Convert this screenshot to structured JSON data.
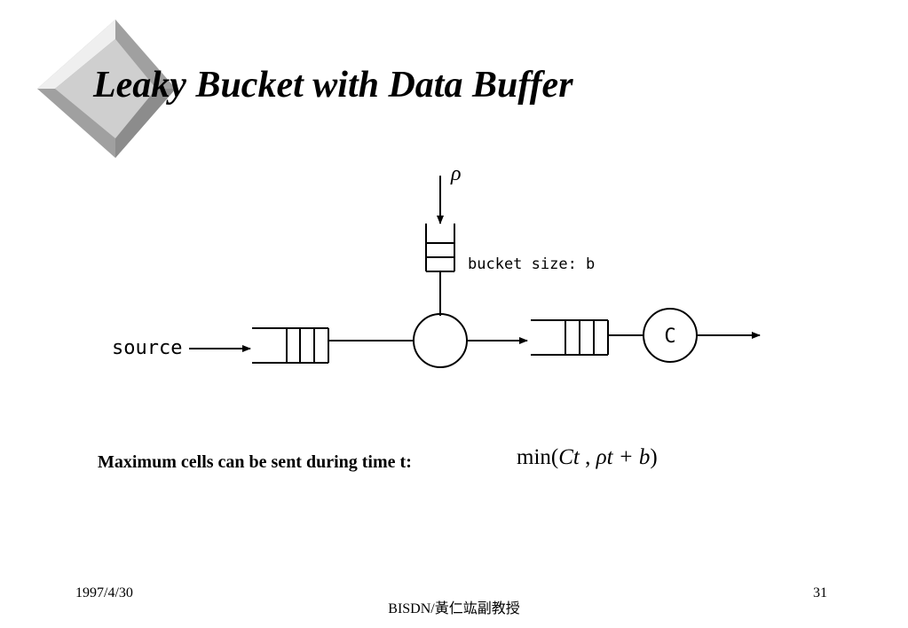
{
  "slide": {
    "title": "Leaky Bucket with Data Buffer"
  },
  "diagram": {
    "rate_symbol": "ρ",
    "bucket_label": "bucket size: b",
    "source_label": "source",
    "server_label": "C"
  },
  "caption": "Maximum cells can be sent during time t:",
  "formula": {
    "fn": "min(",
    "term1": "Ct",
    "comma": " , ",
    "term2": "ρt + b",
    "close": ")"
  },
  "footer": {
    "date": "1997/4/30",
    "center": "BISDN/黃仁竑副教授",
    "page": "31"
  },
  "colors": {
    "bullet_light": "#e6e6e6",
    "bullet_mid": "#c8c8c8",
    "bullet_dark": "#9a9a9a"
  }
}
